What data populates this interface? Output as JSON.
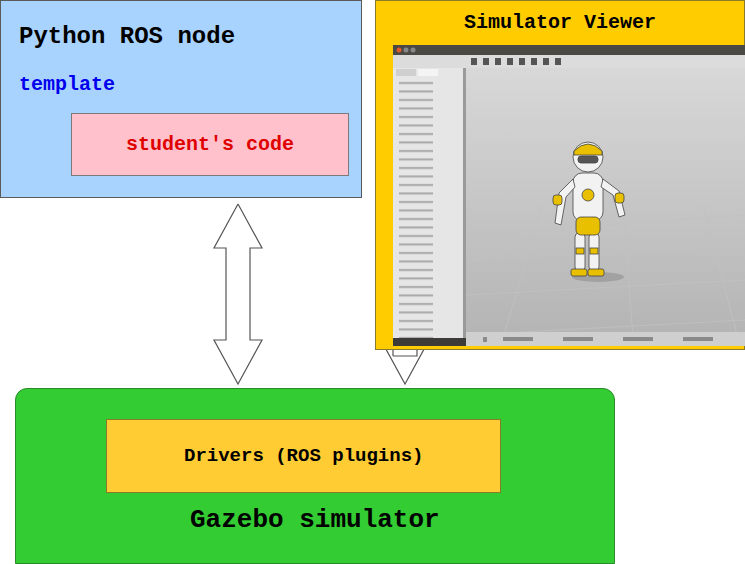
{
  "diagram": {
    "nodes": [
      {
        "text": [
          "Python ROS node",
          "template"
        ]
      },
      {
        "text": [
          "student's code"
        ],
        "in": 0
      },
      {
        "text": [
          "Simulator Viewer"
        ]
      },
      {
        "text": [
          "Gazebo simulator"
        ]
      },
      {
        "text": [
          "Drivers (ROS plugins)"
        ],
        "in": 3
      }
    ],
    "edges": [
      {
        "from": 0,
        "to": 3,
        "arrow": "both"
      },
      {
        "from": 3,
        "to": 2,
        "arrow": "to"
      }
    ]
  }
}
